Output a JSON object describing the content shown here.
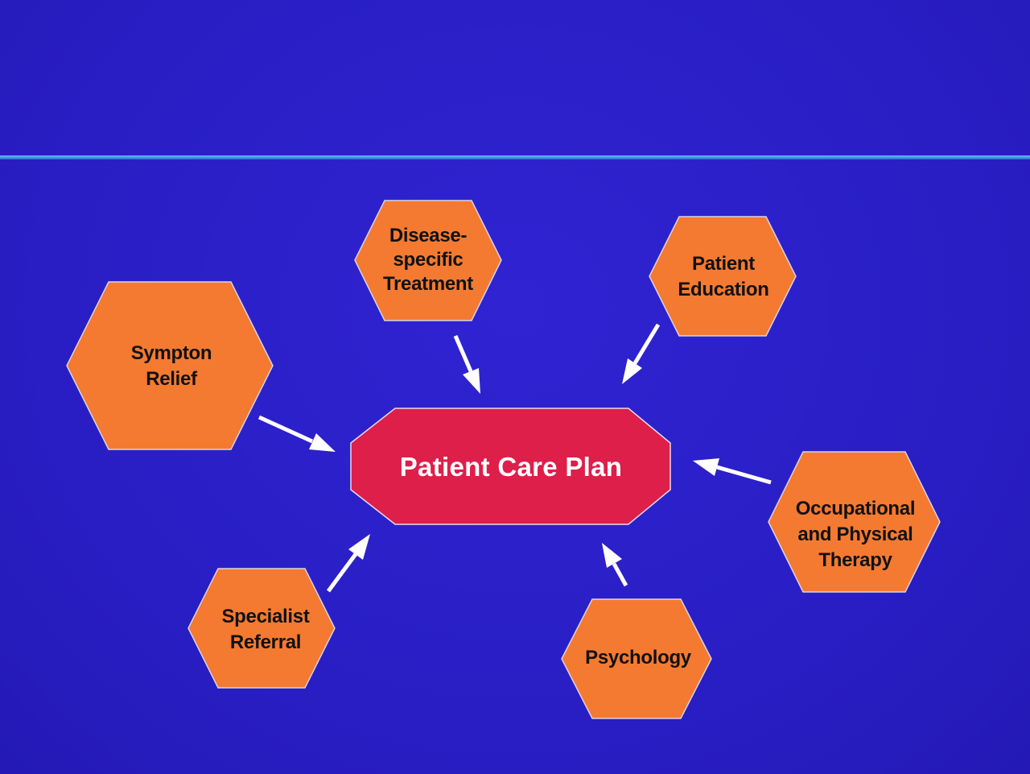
{
  "colors": {
    "background": "#2a1fc7",
    "divider": "#4aa3ec",
    "hexagon_fill": "#f47a31",
    "center_fill": "#dd1f4a",
    "arrow": "#ffffff",
    "node_text": "#111111",
    "center_text": "#ffffff"
  },
  "diagram": {
    "center": {
      "label": "Patient Care Plan"
    },
    "nodes": [
      {
        "id": "disease-specific-treatment",
        "label": "Disease-\nspecific\nTreatment"
      },
      {
        "id": "patient-education",
        "label": "Patient\nEducation"
      },
      {
        "id": "sympton-relief",
        "label": "Sympton\nRelief"
      },
      {
        "id": "occupational-physical-therapy",
        "label": "Occupational\nand Physical\nTherapy"
      },
      {
        "id": "specialist-referral",
        "label": "Specialist\nReferral"
      },
      {
        "id": "psychology",
        "label": "Psychology"
      }
    ],
    "edges": [
      {
        "from": "disease-specific-treatment",
        "to": "center"
      },
      {
        "from": "patient-education",
        "to": "center"
      },
      {
        "from": "sympton-relief",
        "to": "center"
      },
      {
        "from": "occupational-physical-therapy",
        "to": "center"
      },
      {
        "from": "specialist-referral",
        "to": "center"
      },
      {
        "from": "psychology",
        "to": "center"
      }
    ]
  }
}
